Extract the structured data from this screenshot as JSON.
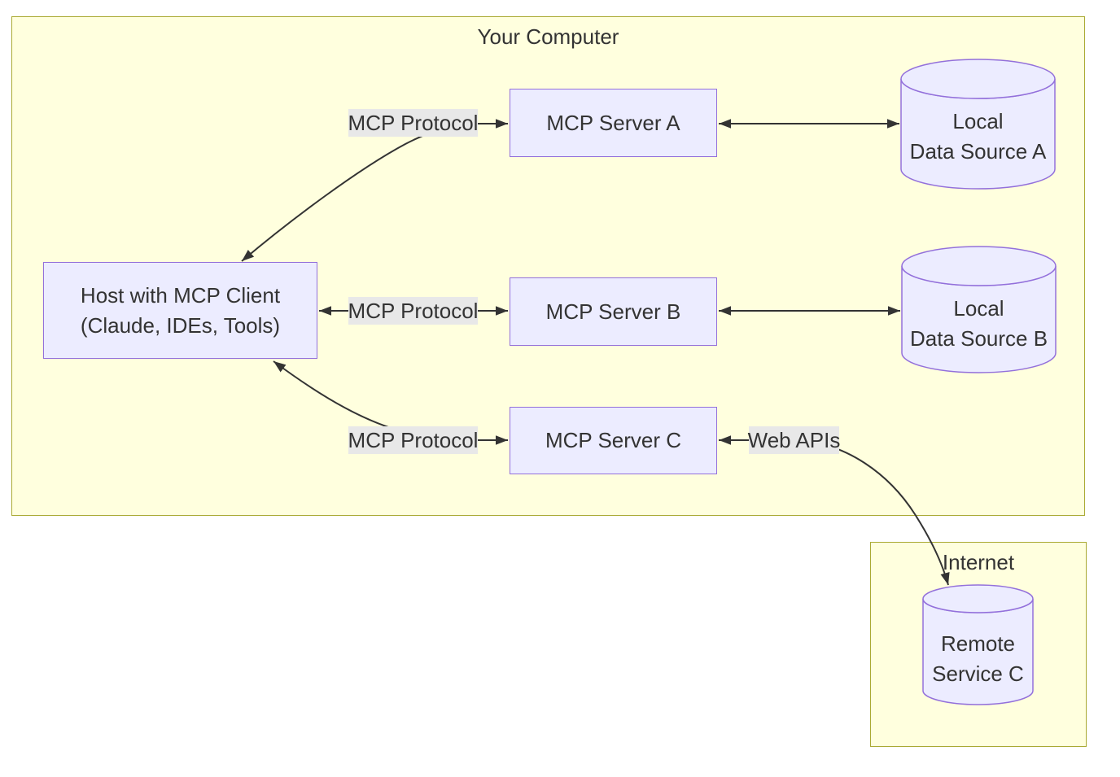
{
  "clusters": {
    "your_computer": {
      "title": "Your Computer"
    },
    "internet": {
      "title": "Internet"
    }
  },
  "nodes": {
    "host": {
      "line1": "Host with MCP Client",
      "line2": "(Claude, IDEs, Tools)"
    },
    "server_a": {
      "label": "MCP Server A"
    },
    "server_b": {
      "label": "MCP Server B"
    },
    "server_c": {
      "label": "MCP Server C"
    },
    "data_source_a": {
      "line1": "Local",
      "line2": "Data Source A"
    },
    "data_source_b": {
      "line1": "Local",
      "line2": "Data Source B"
    },
    "remote_service_c": {
      "line1": "Remote",
      "line2": "Service C"
    }
  },
  "edge_labels": {
    "host_server_a": "MCP Protocol",
    "host_server_b": "MCP Protocol",
    "host_server_c": "MCP Protocol",
    "server_c_remote": "Web APIs"
  },
  "colors": {
    "cluster_fill": "#ffffde",
    "cluster_border": "#aaaa33",
    "node_fill": "#ececff",
    "node_border": "#9370db",
    "edge_label_bg": "#e8e8e8",
    "line": "#333333",
    "text": "#333333"
  }
}
